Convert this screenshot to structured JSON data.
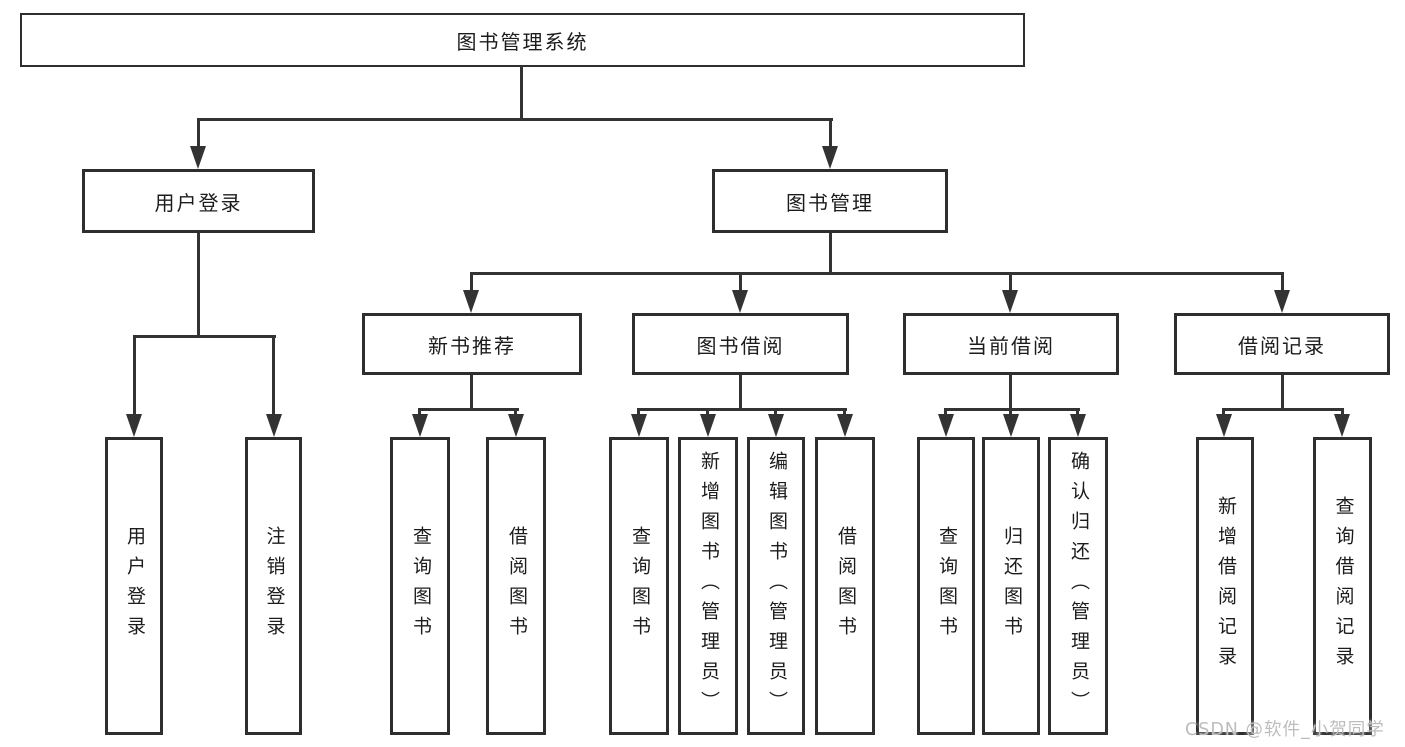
{
  "tree": {
    "root": {
      "label": "图书管理系统",
      "children": [
        {
          "label": "用户登录",
          "children": [
            {
              "label": "用户登录"
            },
            {
              "label": "注销登录"
            }
          ]
        },
        {
          "label": "图书管理",
          "children": [
            {
              "label": "新书推荐",
              "children": [
                {
                  "label": "查询图书"
                },
                {
                  "label": "借阅图书"
                }
              ]
            },
            {
              "label": "图书借阅",
              "children": [
                {
                  "label": "查询图书"
                },
                {
                  "label": "新增图书（管理员）"
                },
                {
                  "label": "编辑图书（管理员）"
                },
                {
                  "label": "借阅图书"
                }
              ]
            },
            {
              "label": "当前借阅",
              "children": [
                {
                  "label": "查询图书"
                },
                {
                  "label": "归还图书"
                },
                {
                  "label": "确认归还（管理员）"
                }
              ]
            },
            {
              "label": "借阅记录",
              "children": [
                {
                  "label": "新增借阅记录"
                },
                {
                  "label": "查询借阅记录"
                }
              ]
            }
          ]
        }
      ]
    },
    "colors": {
      "line": "#333333",
      "box_border": "#2e2e2e",
      "box_background": "#ffffff",
      "text": "#1c1c1c"
    }
  },
  "watermark": "CSDN @软件_小贺同学"
}
